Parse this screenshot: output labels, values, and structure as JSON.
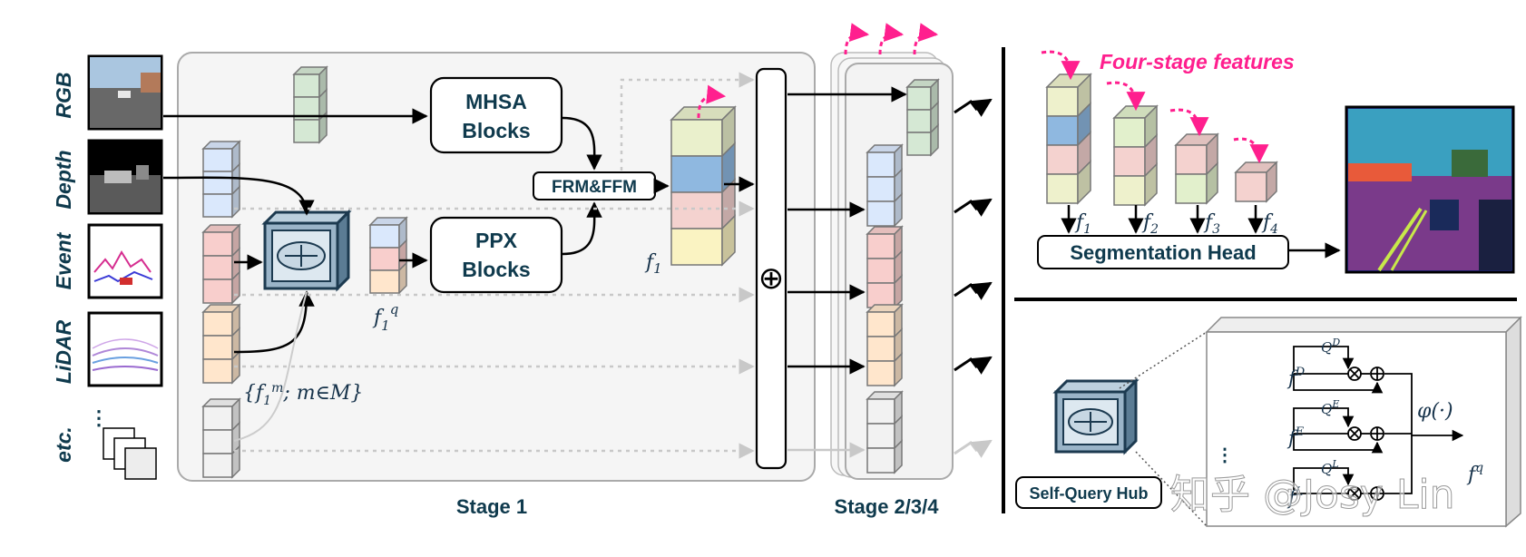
{
  "modalities": [
    "RGB",
    "Depth",
    "Event",
    "LiDAR",
    "etc."
  ],
  "blocks": {
    "mhsa": [
      "MHSA",
      "Blocks"
    ],
    "ppx": [
      "PPX",
      "Blocks"
    ],
    "frm": "FRM&FFM",
    "seg_head": "Segmentation Head",
    "hub": "Self-Query Hub"
  },
  "stages": {
    "stage1": "Stage 1",
    "stage234": "Stage 2/3/4"
  },
  "math": {
    "f1": "f1",
    "f1q": "f1q",
    "set": "{f1m; m∈M}",
    "f_outputs": [
      "f1",
      "f2",
      "f3",
      "f4"
    ],
    "hub_inputs": [
      "fD",
      "fE",
      "fL"
    ],
    "hub_queries": [
      "QD",
      "QE",
      "QL"
    ],
    "phi": "φ(·)",
    "fq": "fq",
    "plus": "⊕"
  },
  "title_four": "Four-stage features",
  "watermark": "知乎 @Josy Lin",
  "colors": {
    "rgb": "#d5e8d4",
    "depth": "#dae8fc",
    "event": "#f8cecc",
    "lidar": "#ffe6cc",
    "etc": "#f2f2f2",
    "accent": "#ff1f8e",
    "text": "#0f3a4d",
    "router": "#4a6b82"
  }
}
